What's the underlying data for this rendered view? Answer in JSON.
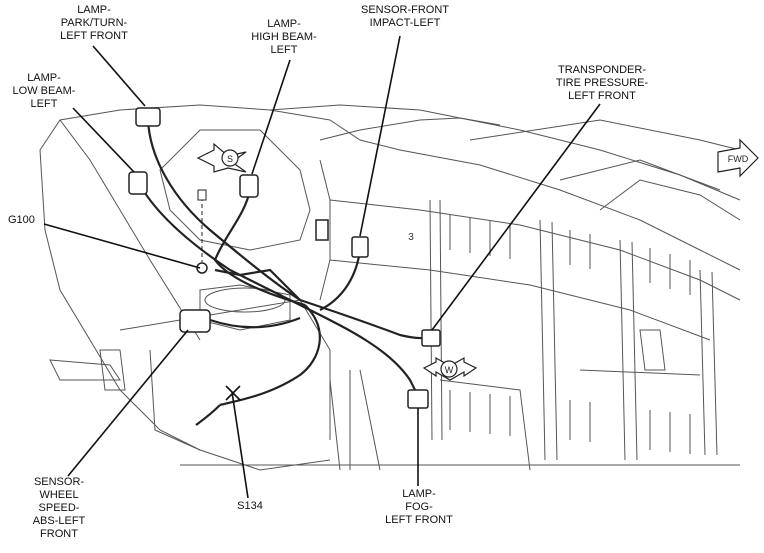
{
  "diagram": {
    "labels": {
      "lamp_park_turn_left_front": "LAMP-\nPARK/TURN-\nLEFT FRONT",
      "lamp_high_beam_left": "LAMP-\nHIGH BEAM-\nLEFT",
      "sensor_front_impact_left": "SENSOR-FRONT\nIMPACT-LEFT",
      "transponder_tire_pressure_left_front": "TRANSPONDER-\nTIRE PRESSURE-\nLEFT FRONT",
      "lamp_low_beam_left": "LAMP-\nLOW BEAM-\nLEFT",
      "g100": "G100",
      "sensor_wheel_speed_abs_left_front": "SENSOR-\nWHEEL\nSPEED-\nABS-LEFT\nFRONT",
      "s134": "S134",
      "lamp_fog_left_front": "LAMP-\nFOG-\nLEFT FRONT"
    },
    "arrows": {
      "fwd": "FWD",
      "s": "S",
      "w": "W"
    },
    "panel_number": "3",
    "colors": {
      "line": "#222222",
      "structure": "#555555",
      "background": "#ffffff"
    }
  }
}
